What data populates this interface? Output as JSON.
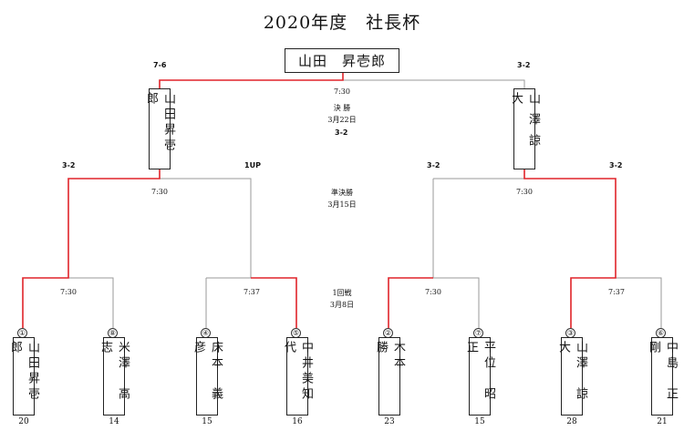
{
  "title": "2020年度　社長杯",
  "champion": "山田　昇壱郎",
  "final": {
    "left_score": "7-6",
    "right_score": "3-2",
    "time": "7:30",
    "round_label": "決 勝",
    "date": "3月22日",
    "score_below": "3-2",
    "left_name": "山田昇壱郎",
    "right_name": "山澤諒大"
  },
  "semifinal": {
    "round_label": "準決勝",
    "date": "3月15日",
    "left": {
      "time": "7:30",
      "score_a": "3-2",
      "score_b": "1UP"
    },
    "right": {
      "time": "7:30",
      "score_a": "3-2",
      "score_b": "3-2"
    }
  },
  "first_round": {
    "round_label": "1回戦",
    "date": "3月8日",
    "matches": [
      {
        "time": "7:30"
      },
      {
        "time": "7:37"
      },
      {
        "time": "7:30"
      },
      {
        "time": "7:37"
      }
    ]
  },
  "players": [
    {
      "seed": "①",
      "name": "山田昇壱郎",
      "handicap": "20"
    },
    {
      "seed": "⑧",
      "name": "米澤　高志",
      "handicap": "14"
    },
    {
      "seed": "④",
      "name": "床本　義彦",
      "handicap": "15"
    },
    {
      "seed": "⑤",
      "name": "中井美知代",
      "handicap": "16"
    },
    {
      "seed": "②",
      "name": "木本　　勝",
      "handicap": "23"
    },
    {
      "seed": "⑦",
      "name": "平位　昭正",
      "handicap": "15"
    },
    {
      "seed": "③",
      "name": "山澤　諒大",
      "handicap": "28"
    },
    {
      "seed": "⑥",
      "name": "中島　正剛",
      "handicap": "21"
    }
  ],
  "colors": {
    "winner_line": "#e0242a",
    "loser_line": "#9a9a9a",
    "text": "#111111"
  }
}
